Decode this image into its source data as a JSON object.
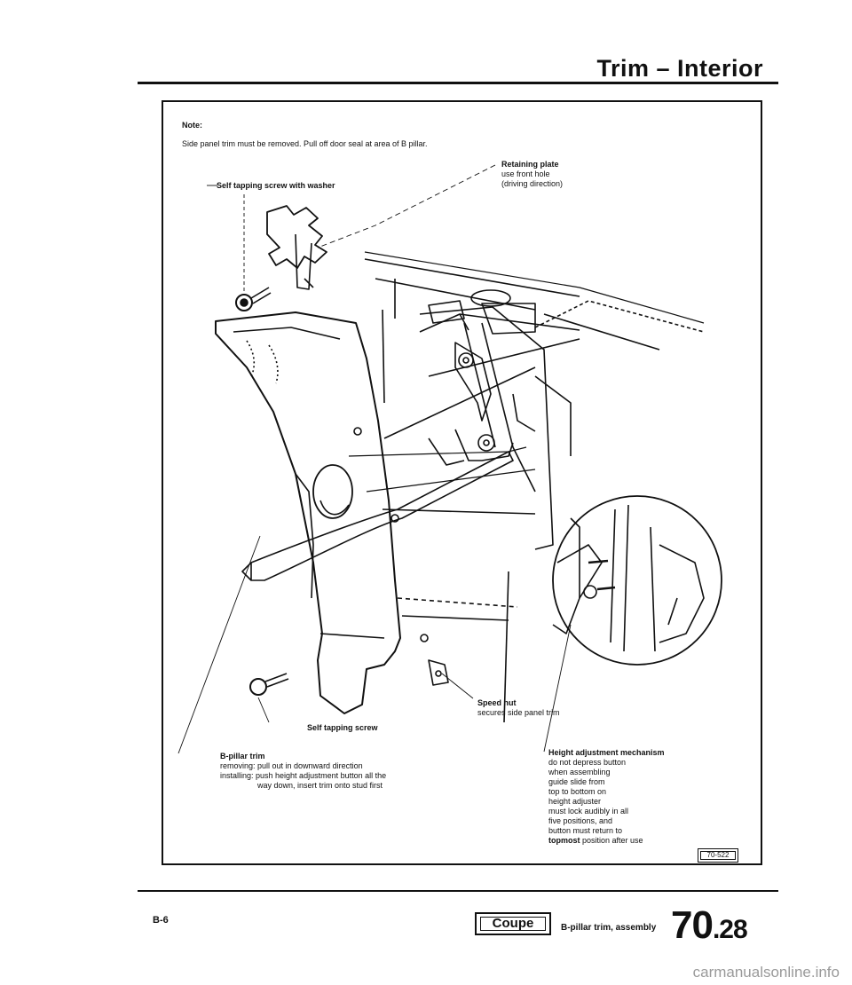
{
  "header": {
    "title": "Trim – Interior"
  },
  "note": {
    "label": "Note:",
    "text": "Side panel trim must be removed. Pull off door seal at area of B pillar."
  },
  "callouts": {
    "retaining_plate": {
      "title": "Retaining plate",
      "line1": "use front hole",
      "line2": "(driving direction)"
    },
    "self_tapping_washer": {
      "title": "Self tapping screw with washer"
    },
    "speed_nut": {
      "title": "Speed nut",
      "line1": "secures side panel trim"
    },
    "self_tapping_screw": {
      "title": "Self tapping screw"
    },
    "bpillar_trim": {
      "title": "B-pillar trim",
      "line1": "removing: pull out in downward direction",
      "line2": "installing: push height adjustment button all the",
      "line3": "way down, insert trim onto stud first"
    },
    "height_adjust": {
      "title": "Height adjustment mechanism",
      "lines": [
        "do not depress button",
        "when assembling",
        "guide slide from",
        "top to bottom on",
        "height adjuster",
        "must lock audibly in all",
        "five positions, and",
        "button must return to"
      ],
      "last_bold": "topmost",
      "last_rest": " position after use"
    }
  },
  "figure_id": "70-522",
  "footer": {
    "page_ref": "B-6",
    "model": "Coupe",
    "caption": "B-pillar trim, assembly",
    "section_major": "70",
    "section_minor": ".28"
  },
  "watermark": "carmanualsonline.info"
}
